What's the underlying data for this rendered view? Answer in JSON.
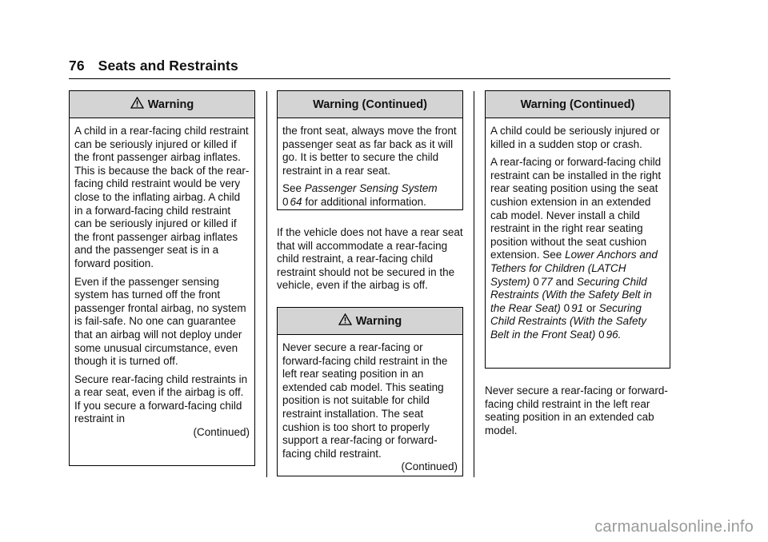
{
  "header": {
    "page_number": "76",
    "section_title": "Seats and Restraints"
  },
  "col1": {
    "heading": "Warning",
    "paragraphs": [
      "A child in a rear-facing child restraint can be seriously injured or killed if the front passenger airbag inflates. This is because the back of the rear-facing child restraint would be very close to the inflating airbag. A child in a forward-facing child restraint can be seriously injured or killed if the front passenger airbag inflates and the passenger seat is in a forward position.",
      "Even if the passenger sensing system has turned off the front passenger frontal airbag, no system is fail-safe. No one can guarantee that an airbag will not deploy under some unusual circumstance, even though it is turned off.",
      "Secure rear-facing child restraints in a rear seat, even if the airbag is off. If you secure a forward-facing child restraint in"
    ],
    "continued": "(Continued)"
  },
  "col2": {
    "box1": {
      "heading": "Warning (Continued)",
      "paragraph1": "the front seat, always move the front passenger seat as far back as it will go. It is better to secure the child restraint in a rear seat.",
      "see_prefix": "See",
      "see_ref": "Passenger Sensing System",
      "arrow": "0",
      "page_ref": "64",
      "see_suffix": "for additional information."
    },
    "free_text": "If the vehicle does not have a rear seat that will accommodate a rear-facing child restraint, a rear-facing child restraint should not be secured in the vehicle, even if the airbag is off.",
    "box2": {
      "heading": "Warning",
      "paragraph": "Never secure a rear-facing or forward-facing child restraint in the left rear seating position in an extended cab model. This seating position is not suitable for child restraint installation. The seat cushion is too short to properly support a rear-facing or forward-facing child restraint.",
      "continued": "(Continued)"
    }
  },
  "col3": {
    "box": {
      "heading": "Warning (Continued)",
      "paragraph1": "A child could be seriously injured or killed in a sudden stop or crash.",
      "paragraph2_text": "A rear-facing or forward-facing child restraint can be installed in the right rear seating position using the seat cushion extension in an extended cab model. Never install a child restraint in the right rear seating position without the seat cushion extension. See",
      "ref1": "Lower Anchors and Tethers for Children (LATCH System)",
      "ref1_arrow": "0",
      "ref1_page": "77",
      "and_word": "and",
      "ref2": "Securing Child Restraints (With the Safety Belt in the Rear Seat)",
      "ref2_arrow": "0",
      "ref2_page": "91",
      "or_word": "or",
      "ref3": "Securing Child Restraints (With the Safety Belt in the Front Seat)",
      "ref3_arrow": "0",
      "ref3_page": "96."
    },
    "free_text": "Never secure a rear-facing or forward-facing child restraint in the left rear seating position in an extended cab model."
  },
  "watermark": "carmanualsonline.info",
  "icons": {
    "warning": "warning-triangle-icon"
  }
}
